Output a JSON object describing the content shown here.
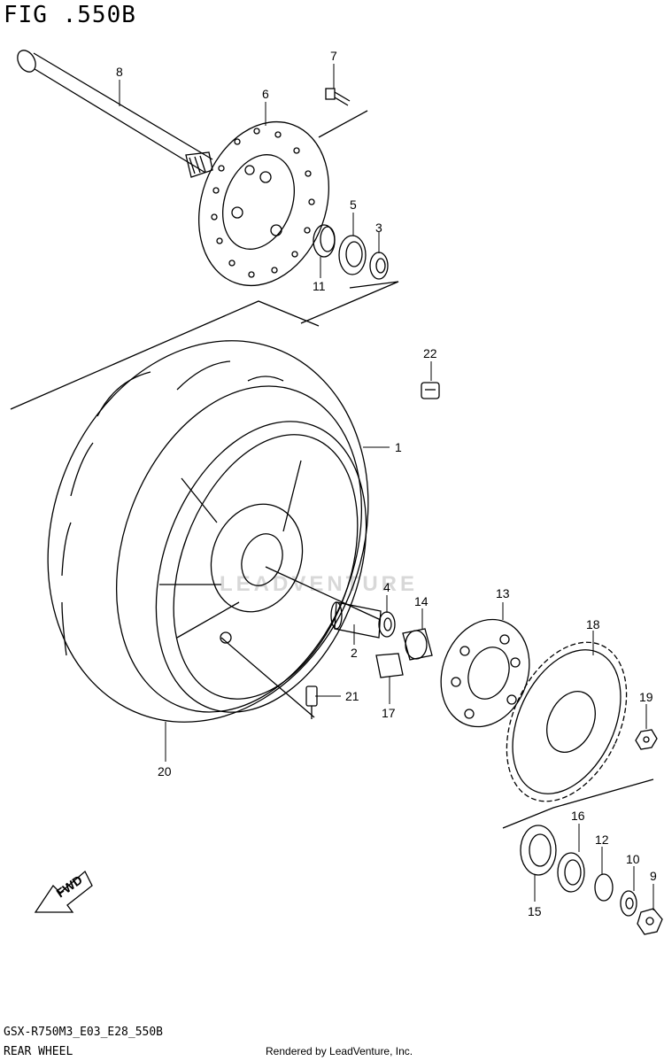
{
  "figure": {
    "title": "FIG .550B",
    "model_code": "GSX-R750M3_E03_E28_550B",
    "section_name": "REAR WHEEL",
    "rendered_by": "Rendered by LeadVenture, Inc.",
    "watermark": "LEADVENTURE",
    "fwd_label": "FWD"
  },
  "callouts": [
    {
      "number": "1"
    },
    {
      "number": "2"
    },
    {
      "number": "3"
    },
    {
      "number": "4"
    },
    {
      "number": "5"
    },
    {
      "number": "6"
    },
    {
      "number": "7"
    },
    {
      "number": "8"
    },
    {
      "number": "9"
    },
    {
      "number": "10"
    },
    {
      "number": "11"
    },
    {
      "number": "12"
    },
    {
      "number": "13"
    },
    {
      "number": "14"
    },
    {
      "number": "15"
    },
    {
      "number": "16"
    },
    {
      "number": "17"
    },
    {
      "number": "18"
    },
    {
      "number": "19"
    },
    {
      "number": "20"
    },
    {
      "number": "21"
    },
    {
      "number": "22"
    }
  ]
}
